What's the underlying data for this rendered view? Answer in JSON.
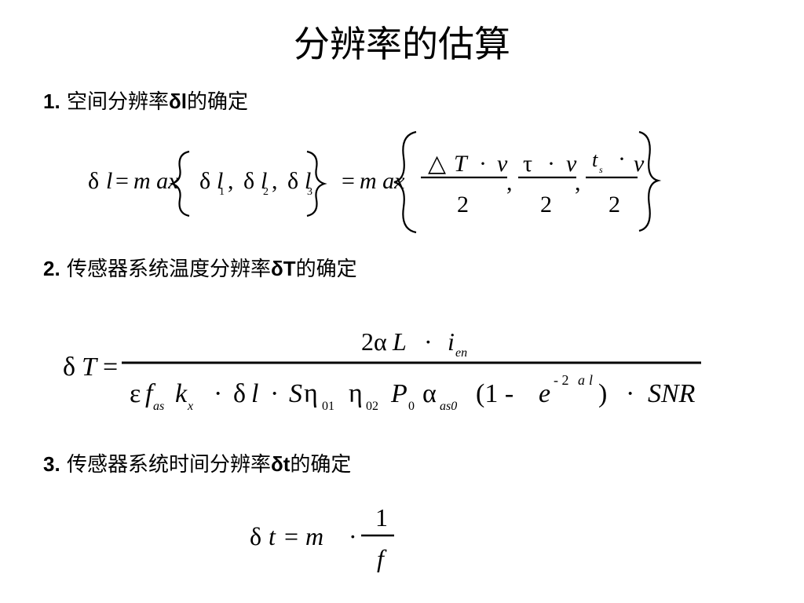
{
  "title": "分辨率的估算",
  "sections": [
    {
      "number": "1.",
      "text_before": "空间分辨率",
      "symbol": "δl",
      "text_after": "的确定"
    },
    {
      "number": "2.",
      "text_before": "传感器系统温度分辨率",
      "symbol": "δT",
      "text_after": "的确定"
    },
    {
      "number": "3.",
      "text_before": "传感器系统时间分辨率",
      "symbol": "δt",
      "text_after": "的确定"
    }
  ],
  "formula1": {
    "lhs_delta": "δ",
    "lhs_var": "l",
    "eq": "=",
    "max1": "m ax",
    "d": "δ",
    "l": "l",
    "s1": "1",
    "s2": "2",
    "s3": "3",
    "comma": ",",
    "eq2": "=",
    "max2": "m ax",
    "n1_tri": "△",
    "n1_T": "T",
    "dot": "·",
    "v": "v",
    "n2_tau": "τ",
    "n3_t": "t",
    "n3_s": "s",
    "den": "2"
  },
  "formula2": {
    "lhs_delta": "δ",
    "lhs_T": "T",
    "eq": "=",
    "num_2a": "2α",
    "num_L": "L",
    "num_dot": "·",
    "num_i": "i",
    "num_en": "en",
    "eps": "ε",
    "f": "f",
    "as": "as",
    "k": "k",
    "x": "x",
    "dot": "·",
    "dl_d": "δ",
    "dl_l": "l",
    "S": "S",
    "eta": "η",
    "s01": "01",
    "s02": "02",
    "P": "P",
    "s0": "0",
    "alpha": "α",
    "as0": "as0",
    "paren_open": "(1 -",
    "e": "e",
    "exp": "- 2",
    "exp_a": "a",
    "exp_l": "l",
    "paren_close": ")",
    "snr": "SNR"
  },
  "formula3": {
    "lhs_delta": "δ",
    "lhs_t": "t",
    "eq": "=",
    "m": "m",
    "dot": "·",
    "num": "1",
    "f": "f"
  }
}
